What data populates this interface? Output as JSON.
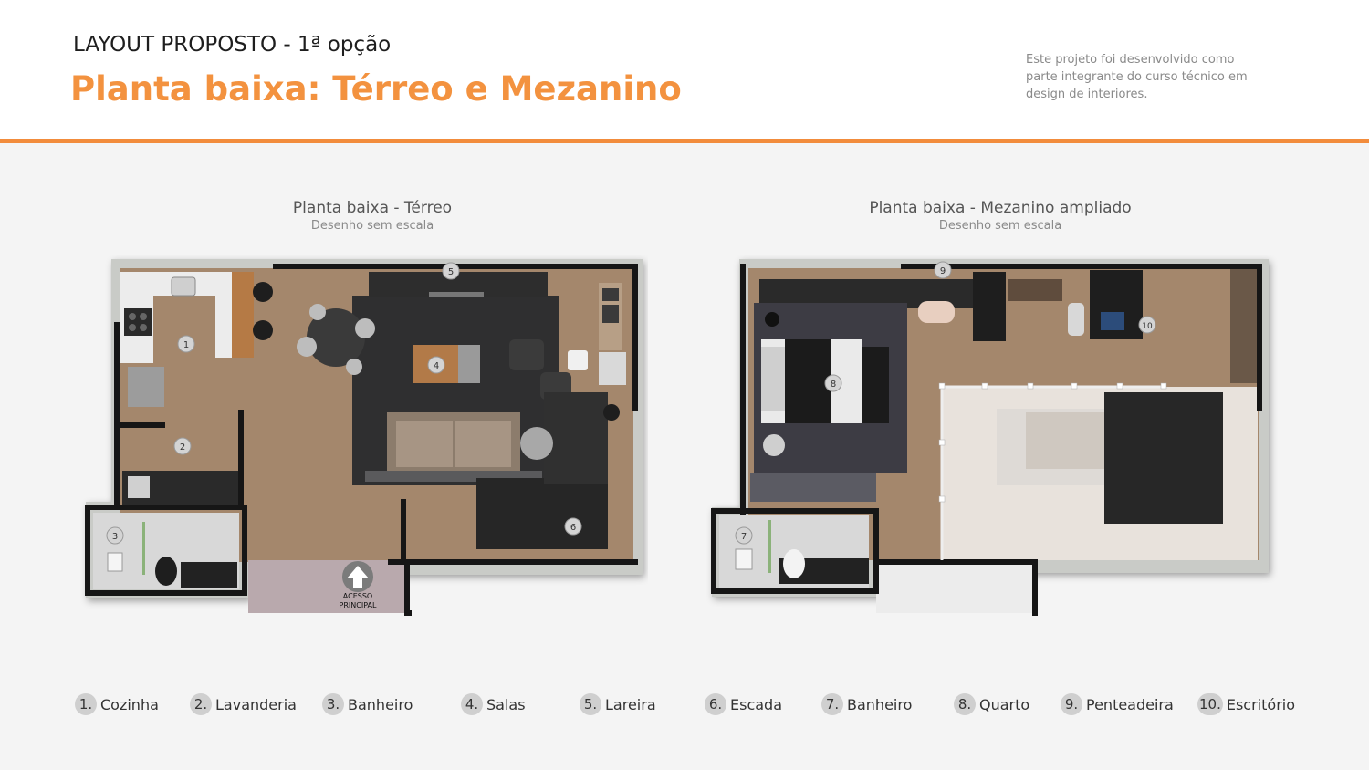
{
  "header": {
    "kicker": "LAYOUT PROPOSTO - 1ª opção",
    "title": "Planta baixa: Térreo e Mezanino",
    "note": "Este projeto foi desenvolvido como parte integrante do curso técnico em design de interiores.",
    "accent_color": "#f28c3c"
  },
  "plans": {
    "terreo": {
      "title": "Planta baixa - Térreo",
      "subtitle": "Desenho sem escala",
      "entrance_line1": "ACESSO",
      "entrance_line2": "PRINCIPAL",
      "markers": [
        "1",
        "2",
        "3",
        "4",
        "5",
        "6"
      ]
    },
    "mezanino": {
      "title": "Planta baixa - Mezanino ampliado",
      "subtitle": "Desenho sem escala",
      "markers": [
        "7",
        "8",
        "9",
        "10"
      ]
    }
  },
  "legend": [
    {
      "num": "1.",
      "label": "Cozinha"
    },
    {
      "num": "2.",
      "label": "Lavanderia"
    },
    {
      "num": "3.",
      "label": "Banheiro"
    },
    {
      "num": "4.",
      "label": "Salas"
    },
    {
      "num": "5.",
      "label": "Lareira"
    },
    {
      "num": "6.",
      "label": "Escada"
    },
    {
      "num": "7.",
      "label": "Banheiro"
    },
    {
      "num": "8.",
      "label": "Quarto"
    },
    {
      "num": "9.",
      "label": "Penteadeira"
    },
    {
      "num": "10.",
      "label": "Escritório"
    }
  ]
}
